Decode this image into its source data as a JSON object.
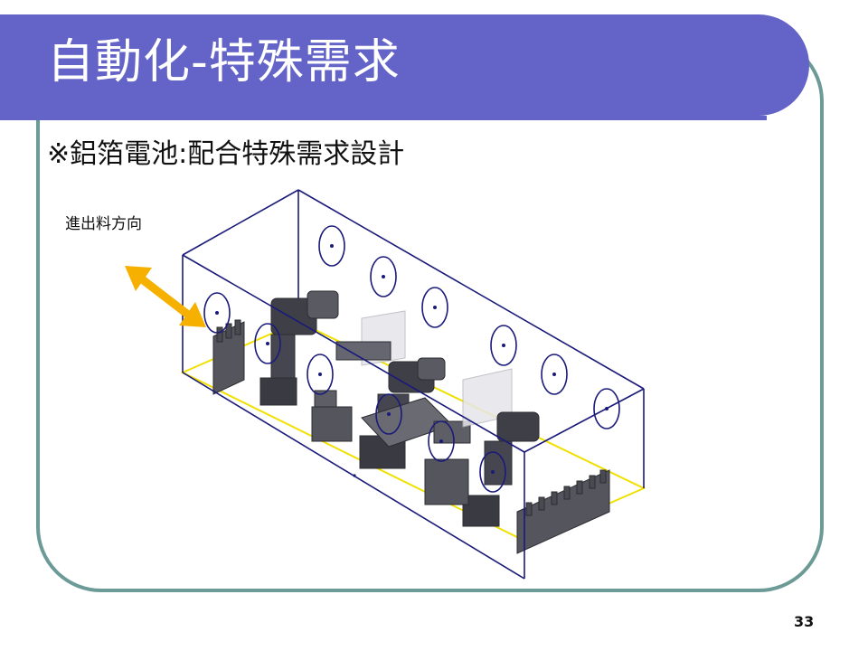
{
  "slide": {
    "title": "自動化-特殊需求",
    "subtitle": "※鋁箔電池:配合特殊需求設計",
    "direction_label": "進出料方向",
    "page_number": "33"
  },
  "colors": {
    "title_bar": "#6464c8",
    "frame_border": "#6c9a97",
    "box_edges": "#1a1a7a",
    "floor_outline": "#f0e000",
    "arrow": "#f5b000",
    "machinery": "#4a4a52"
  },
  "icons": {
    "direction_arrow": "double-headed-arrow-icon"
  }
}
